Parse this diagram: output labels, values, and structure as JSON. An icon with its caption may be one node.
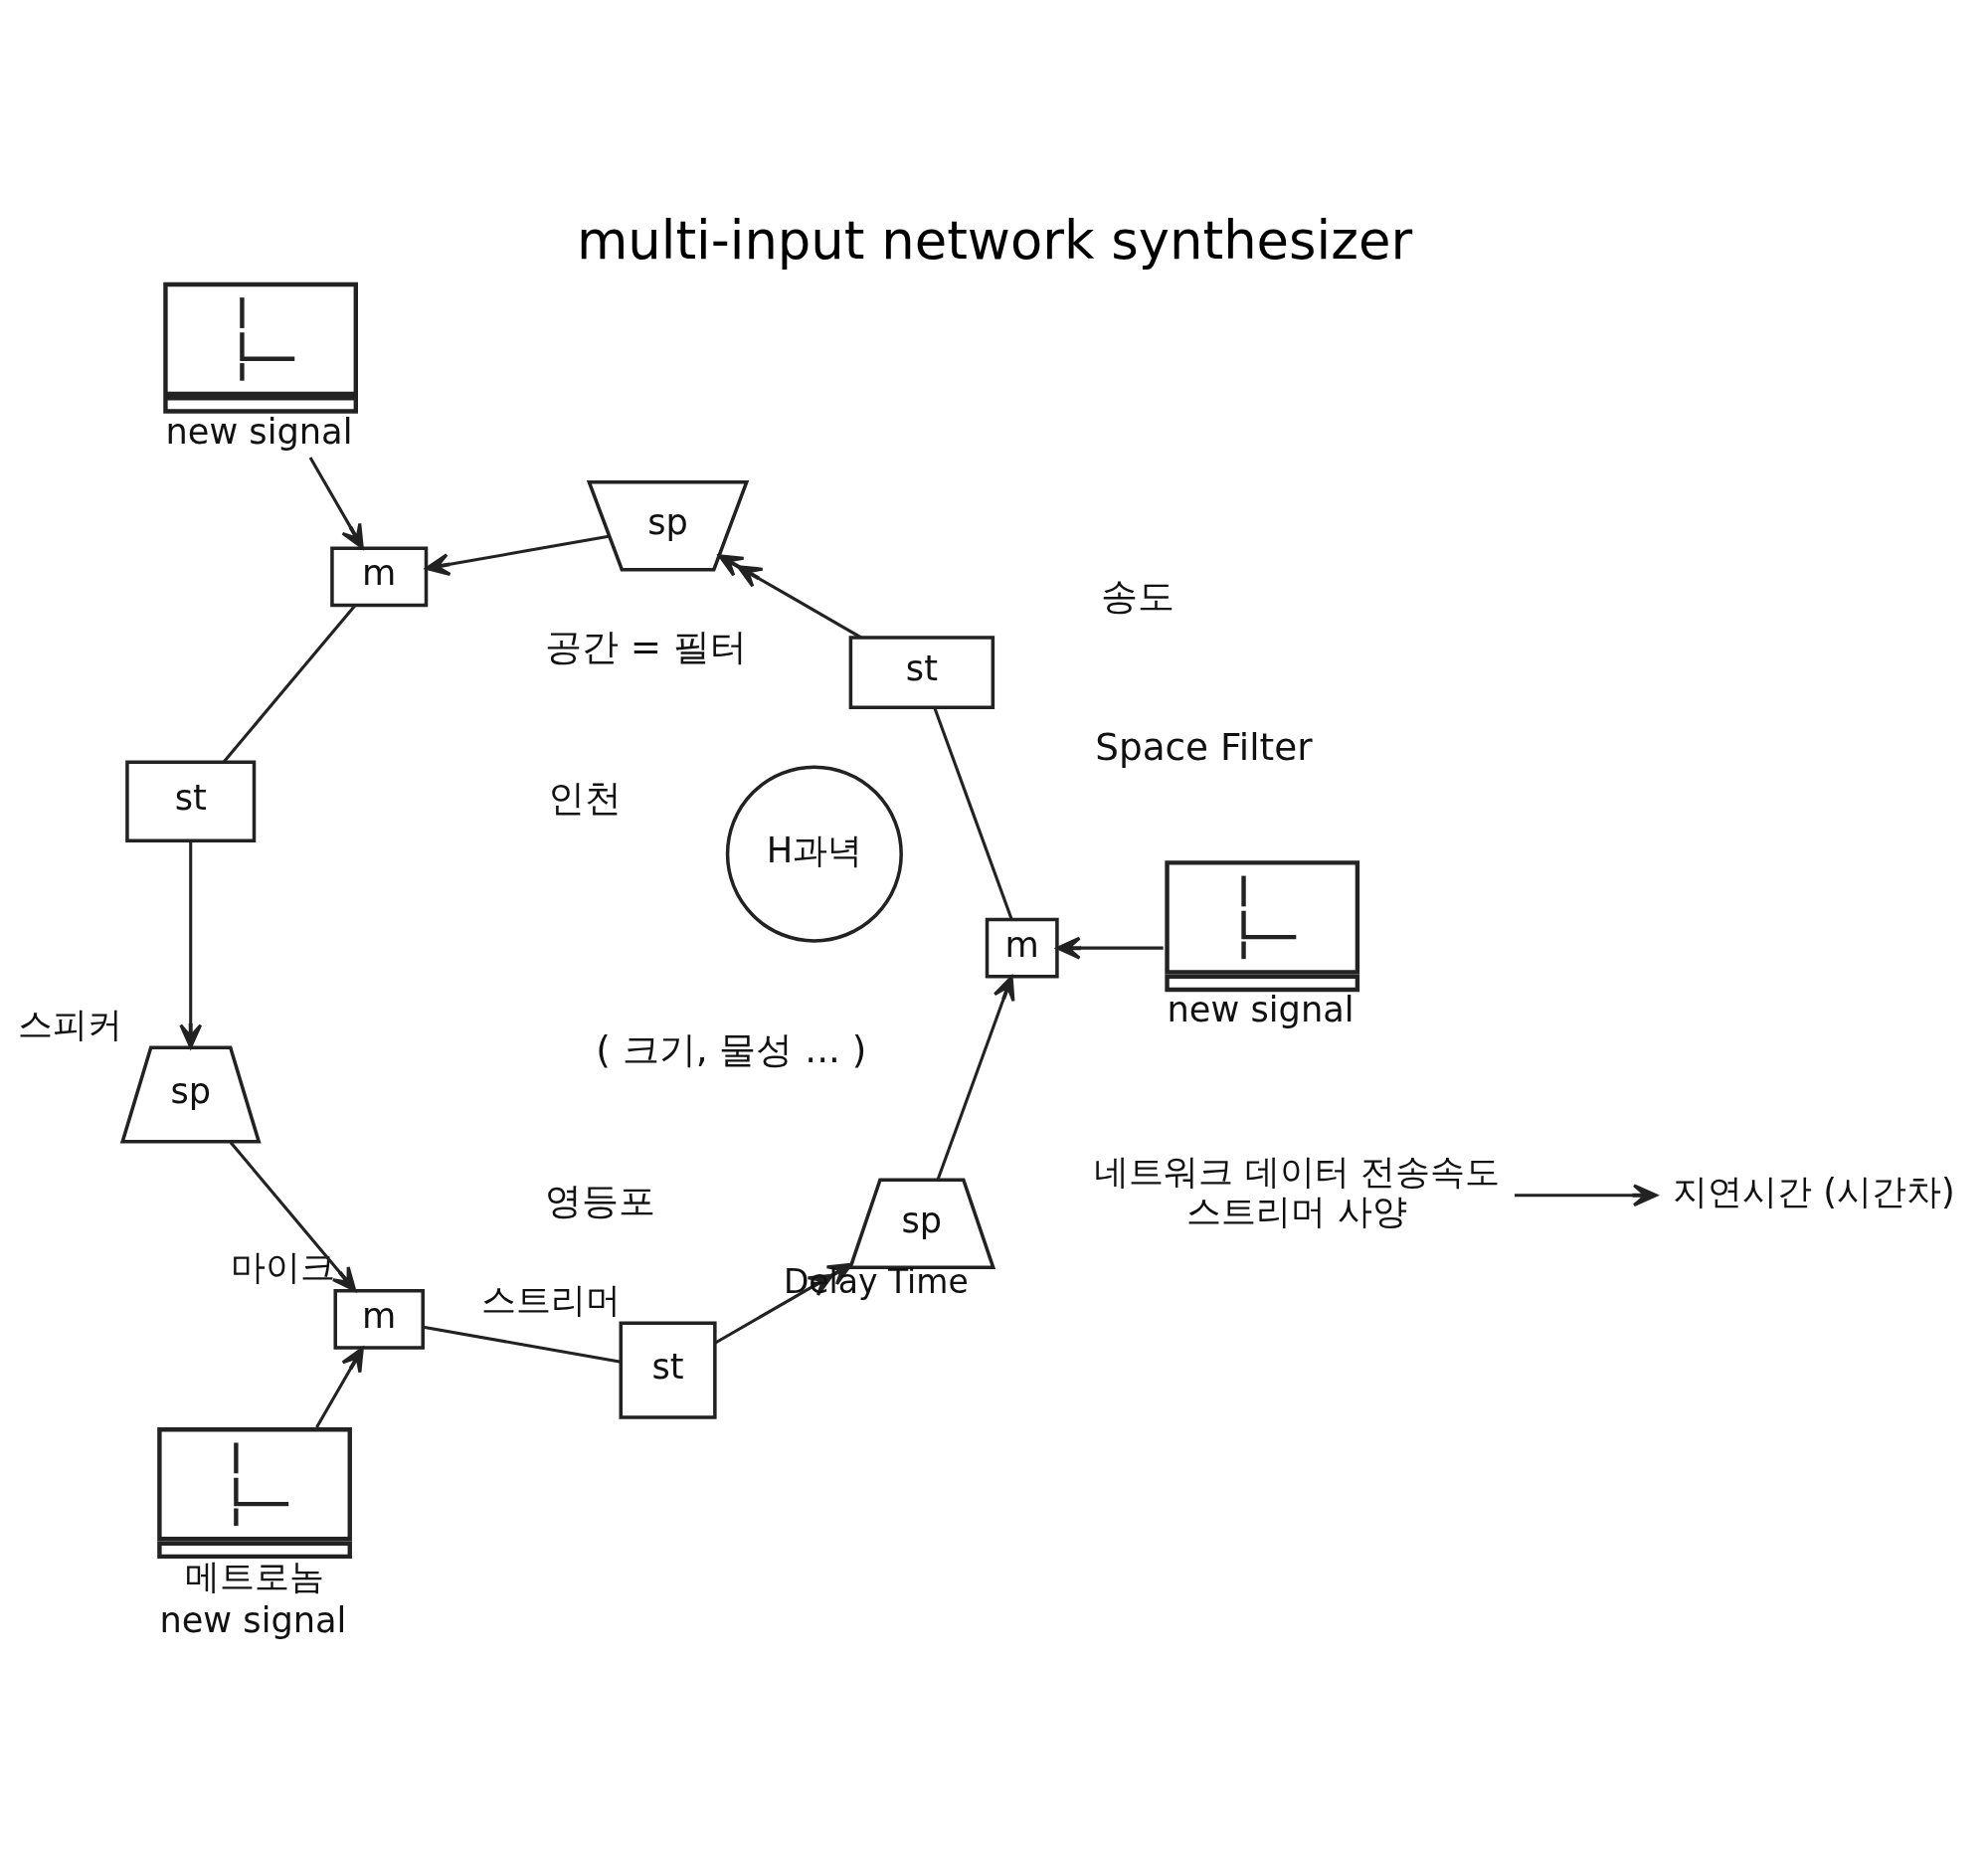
{
  "diagram": {
    "title": "multi-input network synthesizer",
    "nodes": [
      {
        "text": [
          "st"
        ],
        "beside": [
          "스트리머"
        ]
      },
      {
        "text": [
          "m"
        ],
        "beside": [
          "마이크"
        ]
      },
      {
        "text": [
          "H과녁"
        ]
      },
      {
        "text": [
          "sp"
        ],
        "beside": [
          "스피커"
        ]
      },
      {
        "text": [],
        "shape": "picture",
        "beside": [
          "메트로놈",
          "new signal"
        ]
      },
      {
        "text": [
          "네트워크 데이터 전송속도",
          "스트리머 사양"
        ]
      },
      {
        "text": [
          "지연시간 (시간차)"
        ]
      },
      {
        "text": [
          "sp"
        ]
      },
      {
        "text": [],
        "shape": "picture",
        "beside": [
          "new signal"
        ]
      },
      {
        "text": [
          "m"
        ]
      },
      {
        "text": [
          "st"
        ]
      },
      {
        "text": [
          "sp"
        ]
      },
      {
        "text": [],
        "shape": "picture",
        "beside": [
          "new signal"
        ]
      },
      {
        "text": [
          "m"
        ]
      },
      {
        "text": [
          "st"
        ]
      }
    ],
    "edges": [
      {
        "from": 0,
        "to": 1,
        "arrow": "none"
      },
      {
        "from": 3,
        "to": 1,
        "arrow": "to"
      },
      {
        "from": 4,
        "to": 1,
        "arrow": "to"
      },
      {
        "from": 5,
        "to": 6,
        "arrow": "to"
      },
      {
        "from": 0,
        "to": 7,
        "arrow": "to",
        "label": "Delay Time"
      },
      {
        "from": 7,
        "to": 9,
        "arrow": "to"
      },
      {
        "from": 8,
        "to": 9,
        "arrow": "to"
      },
      {
        "from": 9,
        "to": 10,
        "arrow": "none"
      },
      {
        "from": 10,
        "to": 11,
        "arrow": "to"
      },
      {
        "from": 11,
        "to": 13,
        "arrow": "to"
      },
      {
        "from": 12,
        "to": 13,
        "arrow": "to"
      },
      {
        "from": 13,
        "to": 14,
        "arrow": "none"
      },
      {
        "from": 14,
        "to": 3,
        "arrow": "to"
      }
    ],
    "labels": [
      "인천",
      "공간 = 필터",
      "Space Filter",
      "( 크기, 물성 ... )",
      "송도",
      "영등포"
    ]
  }
}
